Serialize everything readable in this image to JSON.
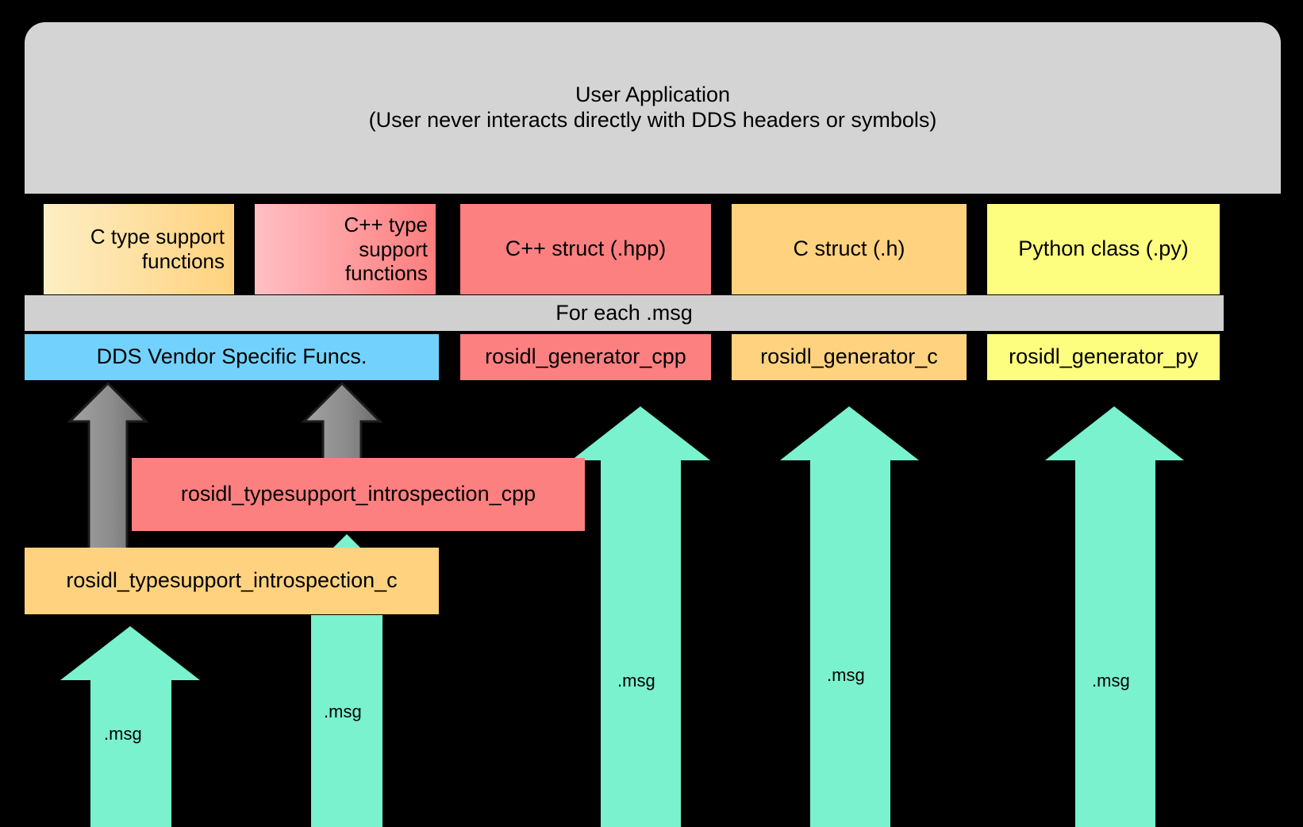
{
  "diagram": {
    "title": "ROS 2 IDL / type support generation pipeline",
    "background": "#000000"
  },
  "user_application": {
    "label": "User Application\n(User never interacts directly with DDS headers or symbols)",
    "line1": "User Application",
    "line2": "(User never interacts directly with DDS headers or symbols)",
    "color": "#d4d4d4"
  },
  "type_support_row": {
    "items": [
      {
        "label": "C type support\nfunctions",
        "color_start": "#fdeec4",
        "color_end": "#ffd27f"
      },
      {
        "label": "C++ type\nsupport\nfunctions",
        "color_start": "#ffbfc4",
        "color_end": "#fd7d7d"
      },
      {
        "label": "C++ struct (.hpp)",
        "color_start": "#fd8080",
        "color_end": "#fd8080"
      },
      {
        "label": "C struct (.h)",
        "color_start": "#ffd27f",
        "color_end": "#ffd27f"
      },
      {
        "label": "Python class (.py)",
        "color_start": "#fdfd80",
        "color_end": "#fdfd80"
      }
    ]
  },
  "band": {
    "label": "For each .msg",
    "color": "#d0d0d0"
  },
  "generator_row": {
    "items": [
      {
        "label": "DDS Vendor Specific Funcs.",
        "color": "#73d2fd"
      },
      {
        "label": "rosidl_generator_cpp",
        "color": "#fd8080"
      },
      {
        "label": "rosidl_generator_c",
        "color": "#ffd27f"
      },
      {
        "label": "rosidl_generator_py",
        "color": "#fdfd80"
      }
    ]
  },
  "introspection": {
    "cpp": {
      "label": "rosidl_typesupport_introspection_cpp",
      "color": "#fd8080"
    },
    "c": {
      "label": "rosidl_typesupport_introspection_c",
      "color": "#ffd27f"
    }
  },
  "arrows": {
    "gray_color": "#8c8c8c",
    "gray_color_dark": "#6e6e6e",
    "green_color": "#79f2cd",
    "msg_labels": [
      {
        "id": "msg-left",
        "label": ".msg"
      },
      {
        "id": "msg-cpp-introspection",
        "label": ".msg"
      },
      {
        "id": "msg-generator-cpp",
        "label": ".msg"
      },
      {
        "id": "msg-generator-c",
        "label": ".msg"
      },
      {
        "id": "msg-generator-py",
        "label": ".msg"
      }
    ],
    "gray_arrow_count": 2,
    "green_arrow_count": 5
  }
}
